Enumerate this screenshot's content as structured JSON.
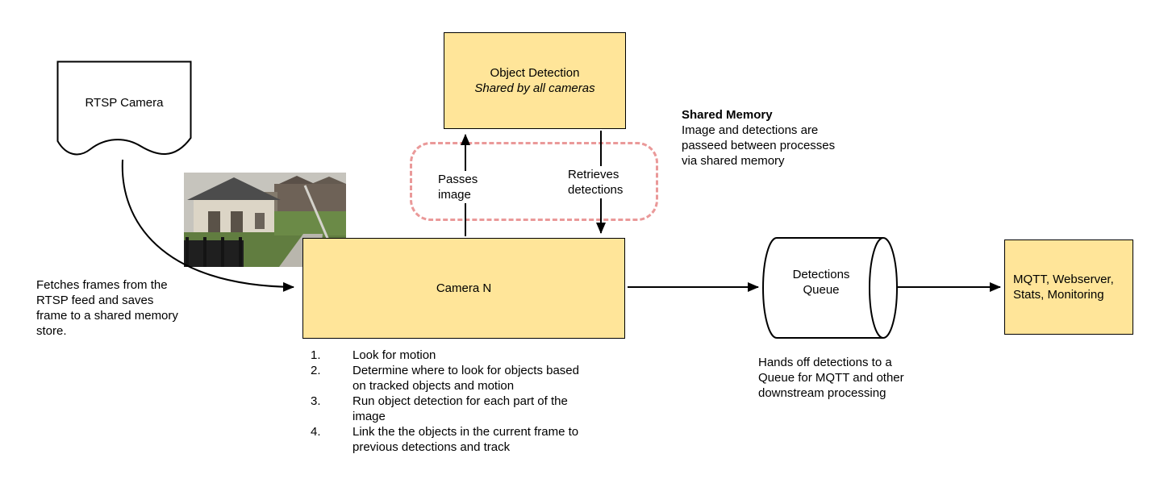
{
  "colors": {
    "node_fill": "#ffe599",
    "node_border": "#000000",
    "shared_memory_outline": "#ea9999",
    "arrow": "#000000"
  },
  "nodes": {
    "rtsp_camera": {
      "label": "RTSP Camera"
    },
    "object_detection": {
      "title": "Object Detection",
      "subtitle": "Shared by all cameras"
    },
    "camera_n": {
      "label": "Camera N",
      "steps": [
        {
          "num": "1.",
          "text": "Look for motion"
        },
        {
          "num": "2.",
          "text": "Determine where to look for objects based on tracked objects and motion"
        },
        {
          "num": "3.",
          "text": "Run object detection for each part of the image"
        },
        {
          "num": "4.",
          "text": "Link the the objects in the current frame to previous detections and track"
        }
      ]
    },
    "detections_queue": {
      "label": "Detections Queue"
    },
    "outputs": {
      "label": "MQTT, Webserver, Stats, Monitoring"
    }
  },
  "labels": {
    "passes_image": "Passes image",
    "retrieves_detections": "Retrieves detections"
  },
  "notes": {
    "shared_memory_title": "Shared Memory",
    "shared_memory_body": "Image and detections are passeed between processes via shared memory",
    "fetch_frames": "Fetches frames from the RTSP feed and saves frame to a shared memory store.",
    "queue_handoff": "Hands off detections to a Queue for MQTT and other downstream processing"
  }
}
